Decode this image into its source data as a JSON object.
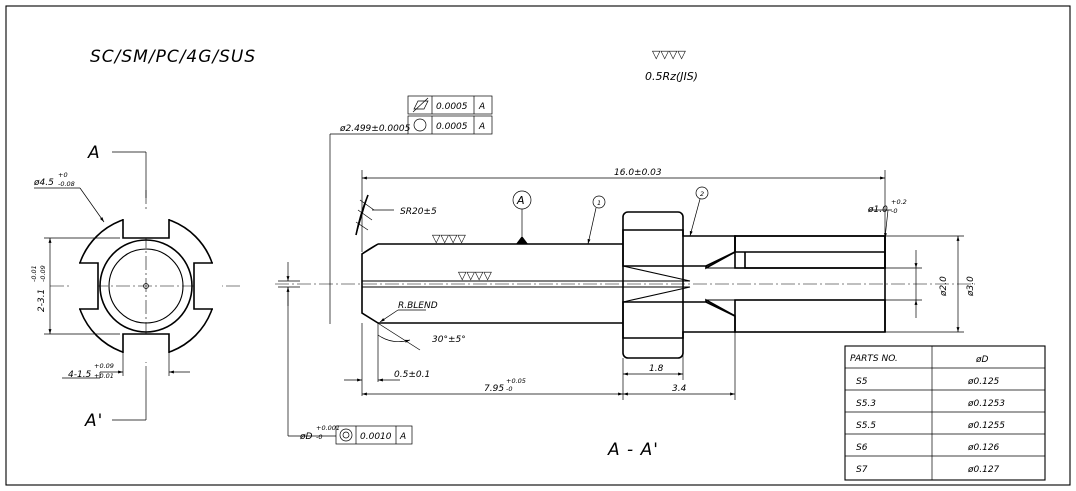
{
  "title_block": {
    "material": "SC/SM/PC/4G/SUS",
    "roughness_symbol": "▽▽▽▽",
    "roughness": "0.5Rz(JIS)"
  },
  "section_view": {
    "cut_label_top": "A",
    "cut_label_bottom": "A'",
    "outer_dia": "ø4.5",
    "outer_dia_tol_upper": "+0",
    "outer_dia_tol_lower": "-0.08",
    "slot_depth": "2-3.1",
    "slot_depth_tol_upper": "-0.01",
    "slot_depth_tol_lower": "-0.09",
    "slot_width": "4-1.5",
    "slot_width_tol_upper": "+0.09",
    "slot_width_tol_lower": "+0.01"
  },
  "main_view": {
    "section_label": "A - A'",
    "datum": "A",
    "balloon_1": "1",
    "balloon_2": "2",
    "shaft_dia": "ø2.499±0.0005",
    "fcf_cylindricity_value": "0.0005",
    "fcf_cylindricity_datum": "A",
    "fcf_circularity_value": "0.0005",
    "fcf_circularity_datum": "A",
    "sphere_radius": "SR20±5",
    "overall_length": "16.0±0.03",
    "hole_dia": "ø1.0",
    "hole_dia_tol_upper": "+0.2",
    "hole_dia_tol_lower": "-0",
    "inner_dia": "ø2.0",
    "outer_dia": "ø3.0",
    "blend_note": "R.BLEND",
    "angle": "30°±5°",
    "chamfer_length": "0.5±0.1",
    "tip_length": "7.95",
    "tip_length_tol_upper": "+0.05",
    "tip_length_tol_lower": "-0",
    "flange_width": "1.8",
    "step_length": "3.4",
    "bore_dia": "øD",
    "bore_dia_tol_upper": "+0.001",
    "bore_dia_tol_lower": "-0",
    "fcf_concentricity_value": "0.0010",
    "fcf_concentricity_datum": "A"
  },
  "parts_table": {
    "headers": [
      "PARTS NO.",
      "øD"
    ],
    "rows": [
      [
        "S5",
        "ø0.125"
      ],
      [
        "S5.3",
        "ø0.1253"
      ],
      [
        "S5.5",
        "ø0.1255"
      ],
      [
        "S6",
        "ø0.126"
      ],
      [
        "S7",
        "ø0.127"
      ]
    ]
  }
}
